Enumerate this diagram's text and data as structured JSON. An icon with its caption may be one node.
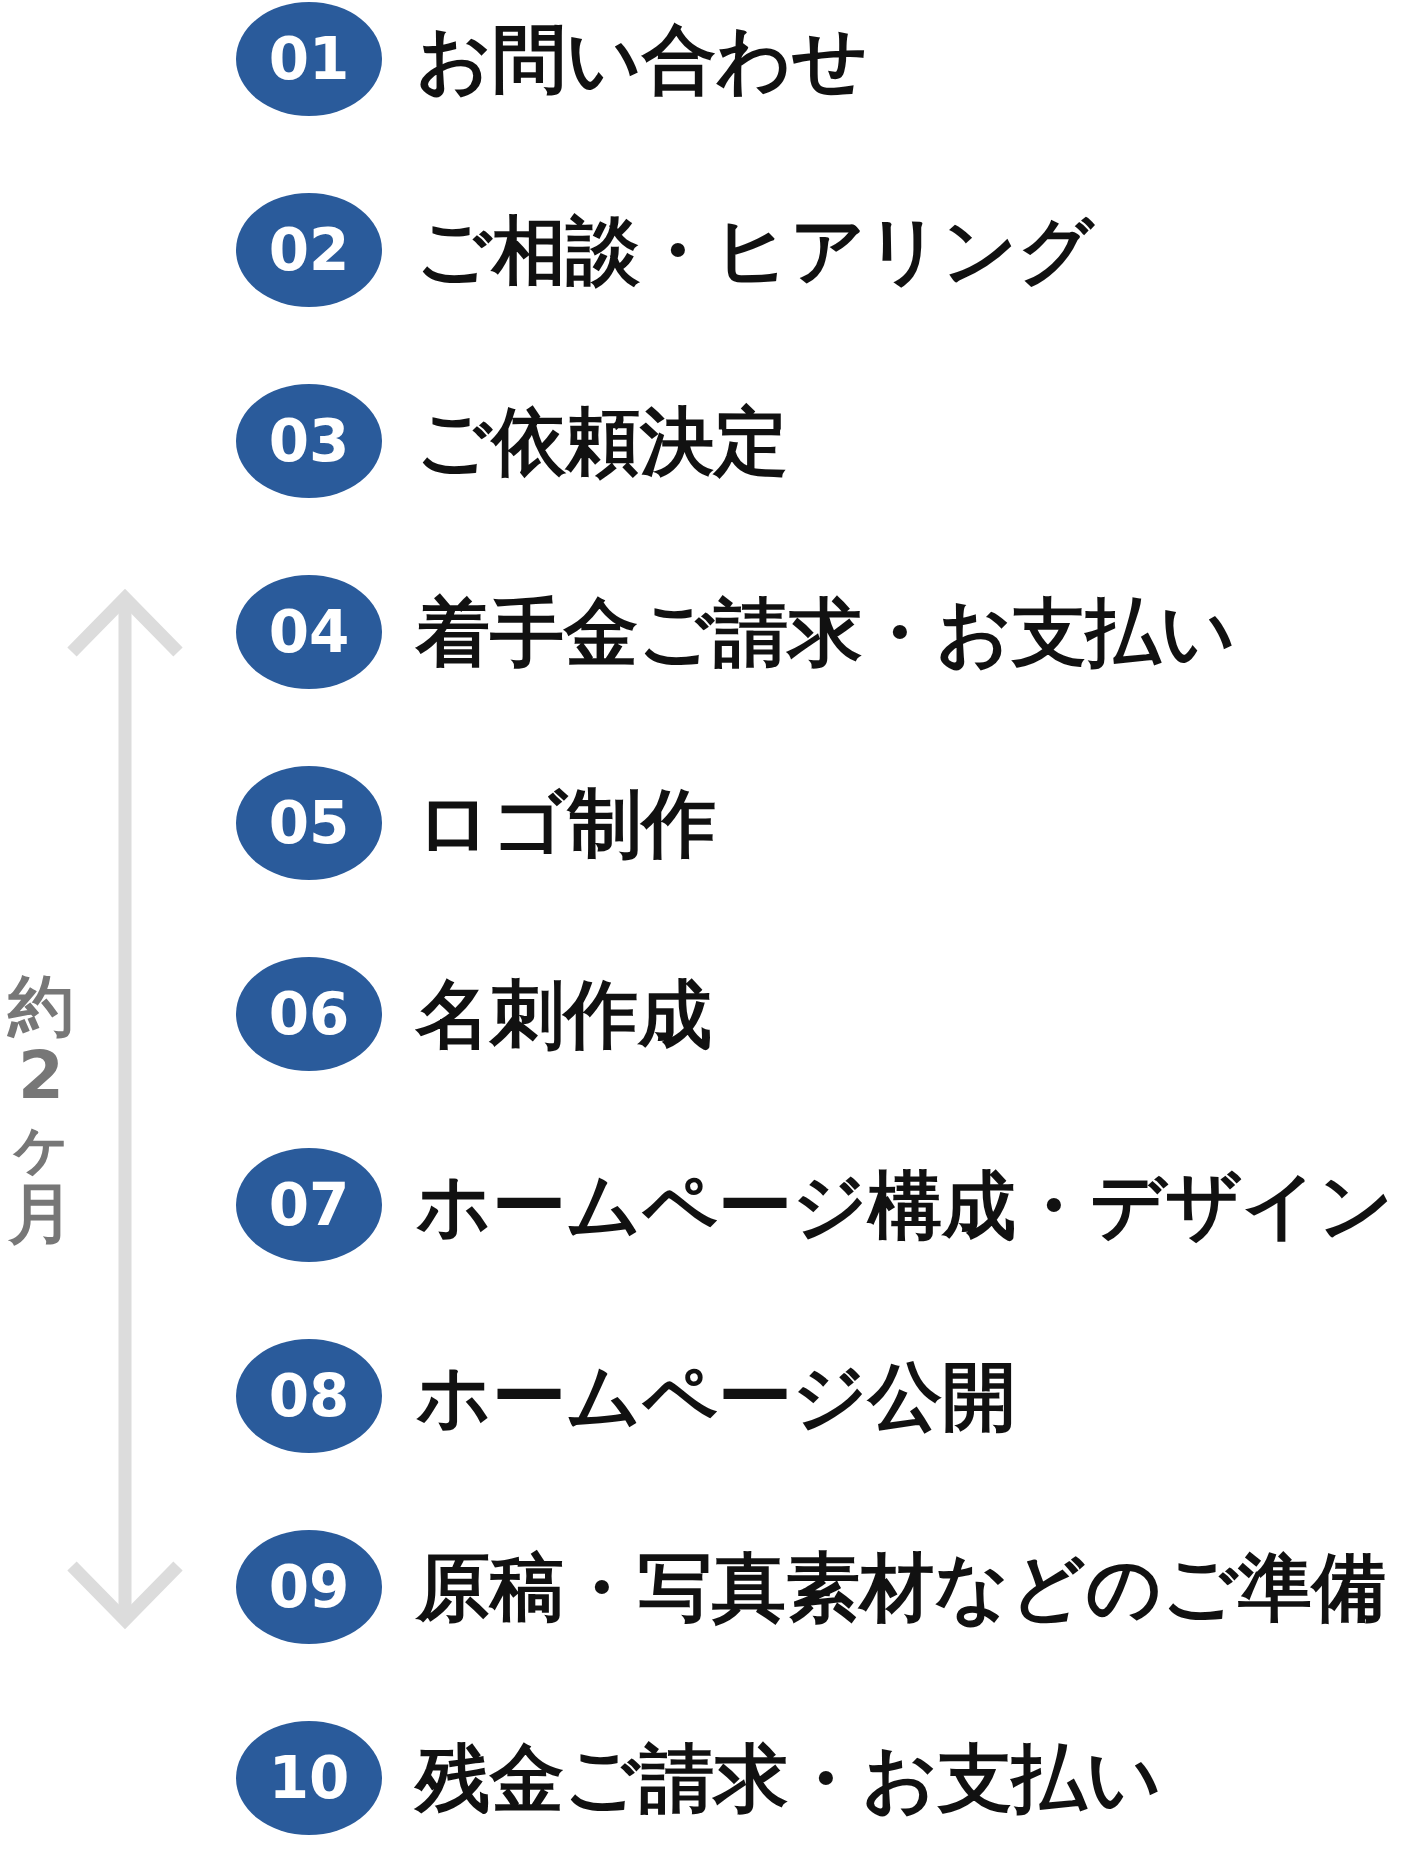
{
  "diagram": {
    "nodes": [
      {
        "text": [
          "01"
        ],
        "beside": [
          "お問い合わせ"
        ]
      },
      {
        "text": [
          "02"
        ],
        "beside": [
          "ご相談・ヒアリング"
        ]
      },
      {
        "text": [
          "03"
        ],
        "beside": [
          "ご依頼決定"
        ]
      },
      {
        "text": [
          "04"
        ],
        "beside": [
          "着手金ご請求・お支払い"
        ]
      },
      {
        "text": [
          "05"
        ],
        "beside": [
          "ロゴ制作"
        ]
      },
      {
        "text": [
          "06"
        ],
        "beside": [
          "名刺作成"
        ]
      },
      {
        "text": [
          "07"
        ],
        "beside": [
          "ホームページ構成・デザイン"
        ]
      },
      {
        "text": [
          "08"
        ],
        "beside": [
          "ホームページ公開"
        ]
      },
      {
        "text": [
          "09"
        ],
        "beside": [
          "原稿・写真素材などのご準備"
        ]
      },
      {
        "text": [
          "10"
        ],
        "beside": [
          "残金ご請求・お支払い"
        ]
      }
    ],
    "edges": [],
    "labels": [
      "約2ヶ月"
    ]
  }
}
